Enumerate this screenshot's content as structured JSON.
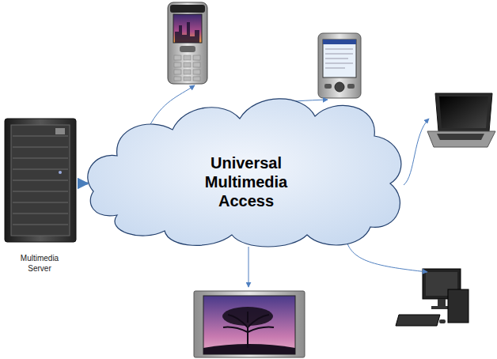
{
  "diagram": {
    "nodes": [
      {
        "text": [
          "Multimedia Server"
        ]
      },
      {
        "text": [
          "Universal Multimedia Access"
        ]
      }
    ],
    "edges": [
      {
        "from": 0,
        "to": 1,
        "arrow": "to"
      }
    ]
  }
}
